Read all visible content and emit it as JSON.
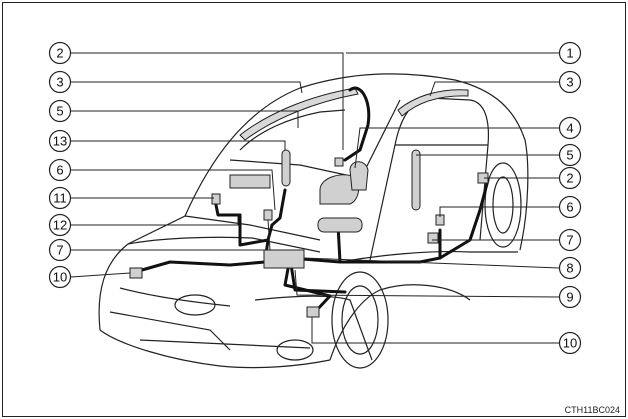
{
  "figure_code": "CTH11BC024",
  "callouts": [
    {
      "id": "c2-top-left",
      "label": "2"
    },
    {
      "id": "c1-top-right",
      "label": "1"
    },
    {
      "id": "c3-left",
      "label": "3"
    },
    {
      "id": "c3-right",
      "label": "3"
    },
    {
      "id": "c5-left",
      "label": "5"
    },
    {
      "id": "c4-right",
      "label": "4"
    },
    {
      "id": "c13-left",
      "label": "13"
    },
    {
      "id": "c5-right",
      "label": "5"
    },
    {
      "id": "c6-left",
      "label": "6"
    },
    {
      "id": "c2-right",
      "label": "2"
    },
    {
      "id": "c11-left",
      "label": "11"
    },
    {
      "id": "c6-right",
      "label": "6"
    },
    {
      "id": "c12-left",
      "label": "12"
    },
    {
      "id": "c7-left",
      "label": "7"
    },
    {
      "id": "c7-right",
      "label": "7"
    },
    {
      "id": "c10-left",
      "label": "10"
    },
    {
      "id": "c8-right",
      "label": "8"
    },
    {
      "id": "c9-right",
      "label": "9"
    },
    {
      "id": "c10-right",
      "label": "10"
    }
  ]
}
